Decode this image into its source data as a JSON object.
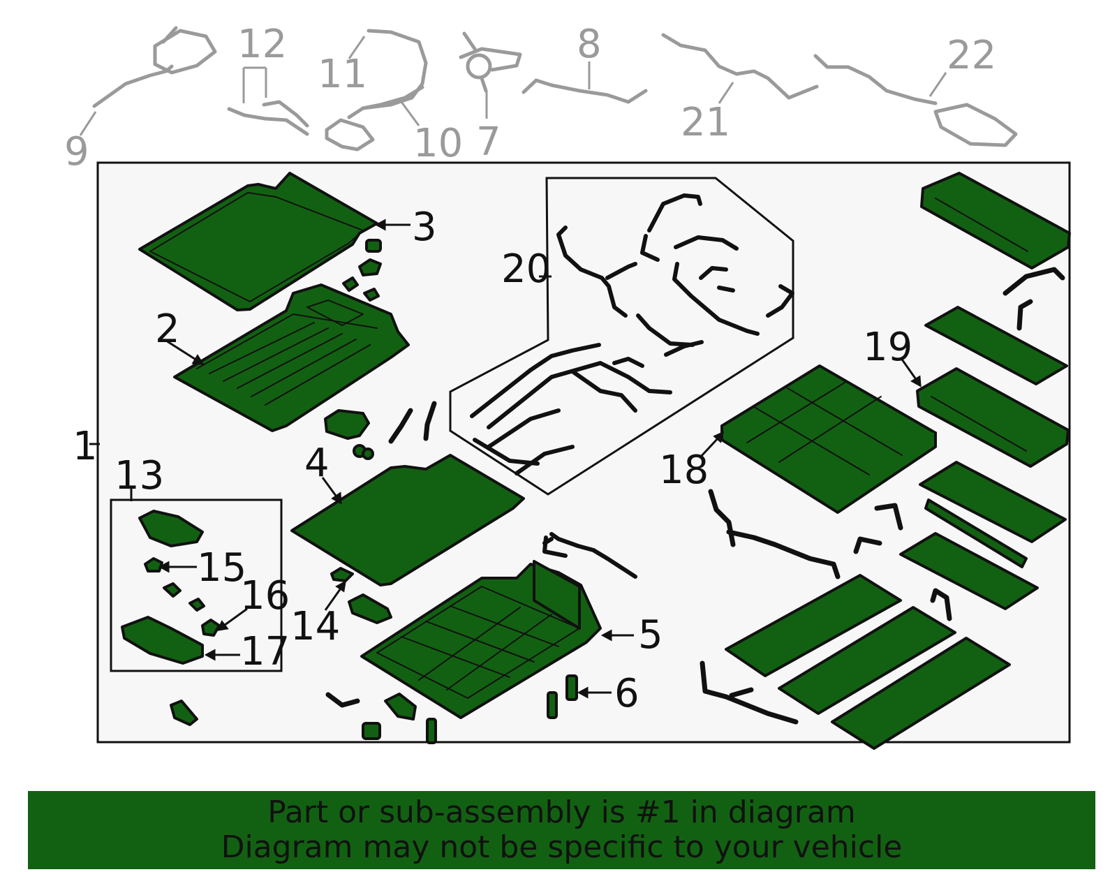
{
  "callouts": {
    "c1": "1",
    "c2": "2",
    "c3": "3",
    "c4": "4",
    "c5": "5",
    "c6": "6",
    "c7": "7",
    "c8": "8",
    "c9": "9",
    "c10": "10",
    "c11": "11",
    "c12": "12",
    "c13": "13",
    "c14": "14",
    "c15": "15",
    "c16": "16",
    "c17": "17",
    "c18": "18",
    "c19": "19",
    "c20": "20",
    "c21": "21",
    "c22": "22"
  },
  "footer": {
    "line1": "Part or sub-assembly is #1 in diagram",
    "line2": "Diagram may not be specific to your vehicle"
  },
  "colors": {
    "part_fill": "#126112",
    "outline": "#111111",
    "accessory_grey": "#9a9a9a",
    "frame_bg": "#f7f7f7",
    "footer_bg": "#126112"
  }
}
